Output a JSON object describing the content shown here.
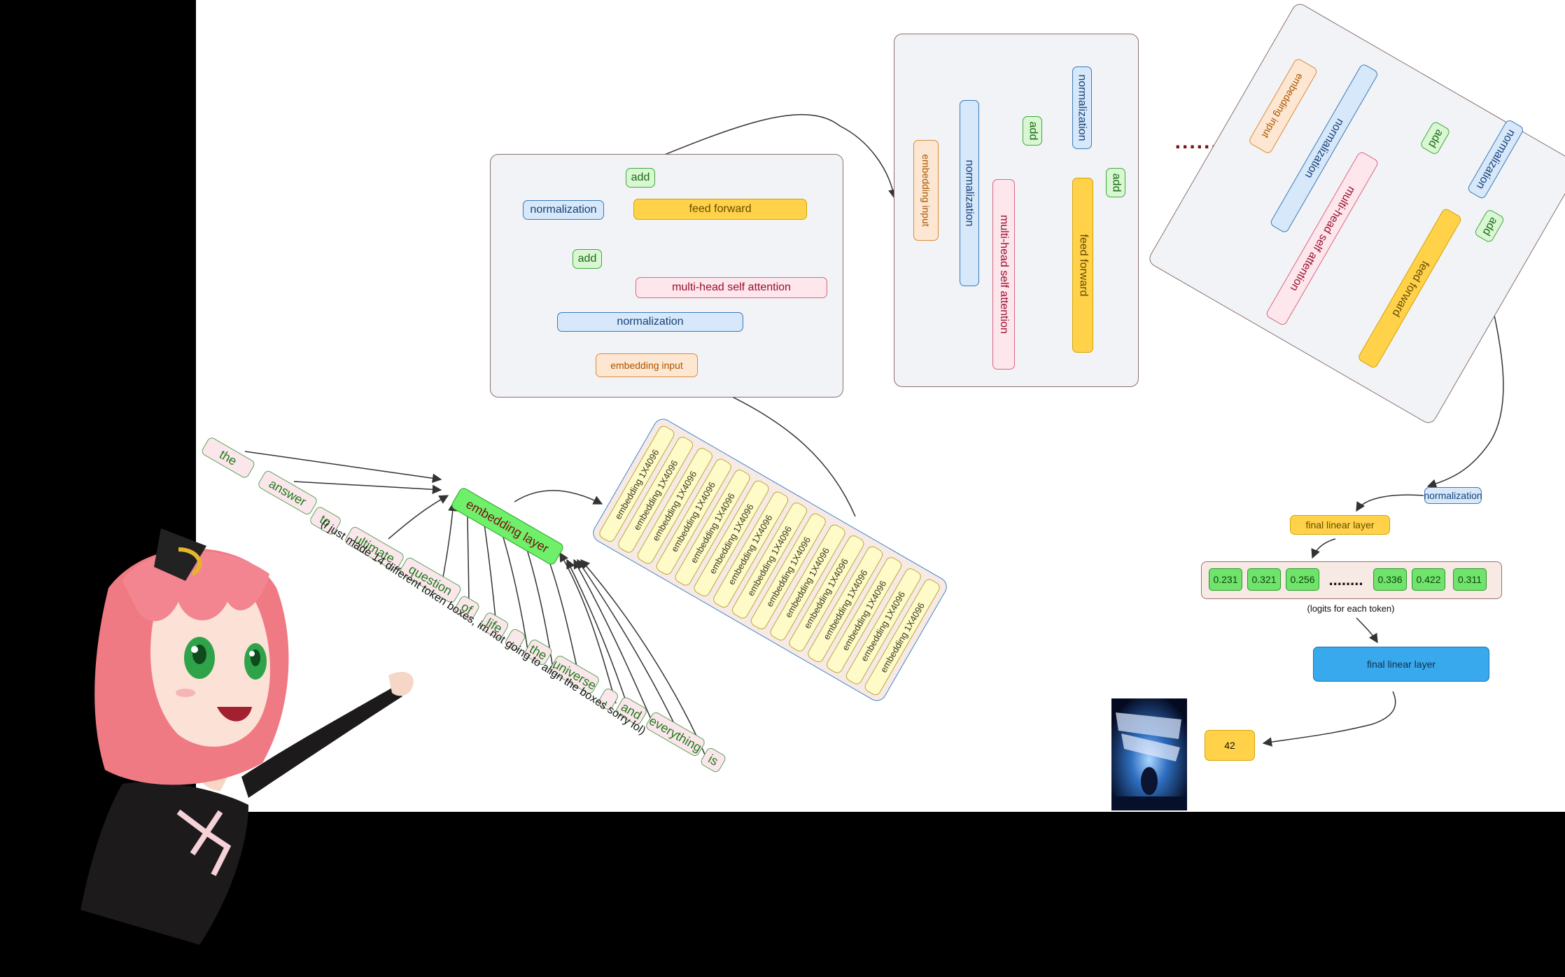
{
  "diagram": {
    "embedding_layer": "embedding layer",
    "tokens": [
      "the",
      "answer",
      "to",
      "ultimate",
      "question",
      "of",
      "life",
      ",",
      "the",
      "universe",
      ",",
      "and",
      "everything",
      "is"
    ],
    "token_note": "(i just made 14 different token boxes, im not going to align the boxes sorry lol)",
    "embedding_vectors": [
      "embedding 1X4096",
      "embedding 1X4096",
      "embedding 1X4096",
      "embedding 1X4096",
      "embedding 1X4096",
      "embedding 1X4096",
      "embedding 1X4096",
      "embedding 1X4096",
      "embedding 1X4096",
      "embedding 1X4096",
      "embedding 1X4096",
      "embedding 1X4096",
      "embedding 1X4096",
      "embedding 1X4096",
      "embedding 1X4096"
    ],
    "block1": {
      "embedding_input": "embedding input",
      "normalization_1": "normalization",
      "attention": "multi-head self attention",
      "add_1": "add",
      "normalization_2": "normalization",
      "feed_forward": "feed forward",
      "add_2": "add"
    },
    "block2": {
      "embedding_input": "embedding input",
      "normalization_1": "normalization",
      "attention": "multi-head self attention",
      "add_1": "add",
      "normalization_2": "normalization",
      "feed_forward": "feed forward",
      "add_2": "add"
    },
    "block3": {
      "embedding_input": "embedding input",
      "normalization_1": "normalization",
      "attention": "multi-head self attention",
      "add_1": "add",
      "normalization_2": "normalization",
      "feed_forward": "feed forward",
      "add_2": "add"
    },
    "ellipsis": "........",
    "final_normalization": "normalization",
    "final_linear_1": "final linear layer",
    "logits": [
      "0.231",
      "0.321",
      "0.256",
      "0.336",
      "0.422",
      "0.311"
    ],
    "logits_ellipsis": "........",
    "logits_caption": "(logits for each token)",
    "final_linear_2": "final linear layer",
    "answer": "42"
  },
  "colors": {
    "blue": "#d6e8f9",
    "yellow": "#ffd24a",
    "pink": "#fde6ec",
    "green": "#d8f7d2",
    "orange": "#fde7d2",
    "logit_green": "#6fe36b",
    "final_blue": "#39a9ee",
    "emb_panel": "#f7e9e4",
    "emb_panel_border": "#3f86cc"
  },
  "images": {
    "character": "anime-girl-pointing-image",
    "poster": "movie-poster-image"
  }
}
